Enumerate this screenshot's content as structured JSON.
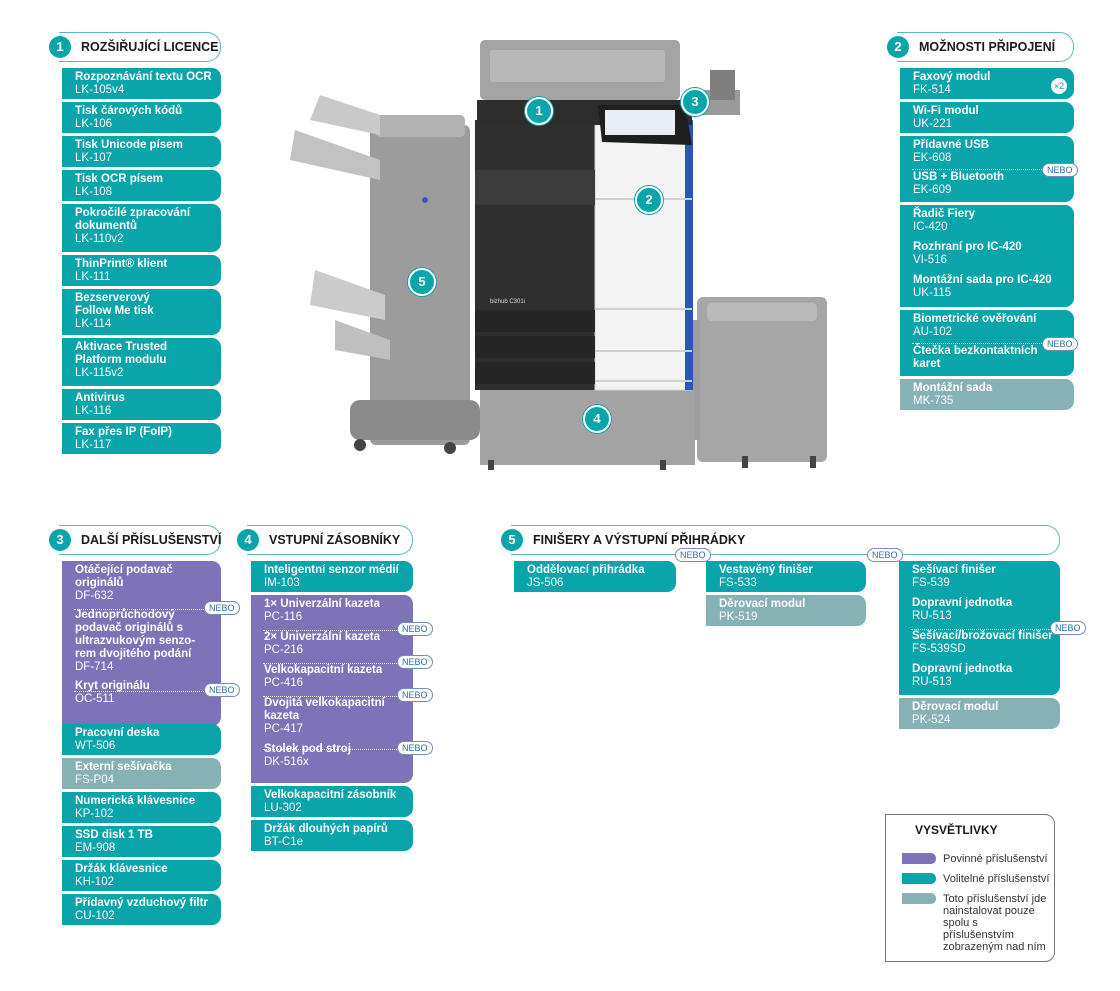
{
  "sections": {
    "s1": {
      "num": "1",
      "title": "ROZŠIŘUJÍCÍ LICENCE"
    },
    "s2": {
      "num": "2",
      "title": "MOŽNOSTI PŘIPOJENÍ"
    },
    "s3": {
      "num": "3",
      "title": "DALŠÍ PŘÍSLUŠENSTVÍ"
    },
    "s4": {
      "num": "4",
      "title": "VSTUPNÍ ZÁSOBNÍKY"
    },
    "s5": {
      "num": "5",
      "title": "FINIŠERY A VÝSTUPNÍ PŘIHRÁDKY"
    }
  },
  "licence": [
    {
      "name": "Rozpoznávání textu OCR",
      "code": "LK-105v4"
    },
    {
      "name": "Tisk čárových kódů",
      "code": "LK-106"
    },
    {
      "name": "Tisk Unicode písem",
      "code": "LK-107"
    },
    {
      "name": "Tisk OCR písem",
      "code": "LK-108"
    },
    {
      "name": "Pokročilé zpracování dokumentů",
      "code": "LK-110v2"
    },
    {
      "name": "ThinPrint® klient",
      "code": "LK-111"
    },
    {
      "name": "Bezserverový Follow Me tisk",
      "code": "LK-114"
    },
    {
      "name": "Aktivace Trusted Platform modulu",
      "code": "LK-115v2"
    },
    {
      "name": "Antivirus",
      "code": "LK-116"
    },
    {
      "name": "Fax přes IP (FoIP)",
      "code": "LK-117"
    }
  ],
  "connect": [
    {
      "name": "Faxový modul",
      "code": "FK-514"
    },
    {
      "name": "Wi-Fi modul",
      "code": "UK-221"
    },
    {
      "name": "Přídavné USB",
      "code": "EK-608"
    },
    {
      "name": "USB + Bluetooth",
      "code": "EK-609"
    },
    {
      "name": "Řadič Fiery",
      "code": "IC-420"
    },
    {
      "name": "Rozhraní pro IC-420",
      "code": "VI-516"
    },
    {
      "name": "Montážní sada pro IC-420",
      "code": "UK-115"
    },
    {
      "name": "Biometrické ověřování",
      "code": "AU-102"
    },
    {
      "name": "Čtečka bezkontaktních karet",
      "code": ""
    },
    {
      "name": "Montážní sada",
      "code": "MK-735"
    }
  ],
  "other": [
    {
      "name": "Otáčející podavač originálů",
      "code": "DF-632"
    },
    {
      "name": "Jednoprůchodový podavač originálů s ultrazvukovým senzo-rem dvojitého podání",
      "code": "DF-714"
    },
    {
      "name": "Kryt originálu",
      "code": "OC-511"
    },
    {
      "name": "Pracovní deska",
      "code": "WT-506"
    },
    {
      "name": "Externí sešívačka",
      "code": "FS-P04"
    },
    {
      "name": "Numerická klávesnice",
      "code": "KP-102"
    },
    {
      "name": "SSD disk 1 TB",
      "code": "EM-908"
    },
    {
      "name": "Držák klávesnice",
      "code": "KH-102"
    },
    {
      "name": "Přídavný vzduchový filtr",
      "code": "CU-102"
    }
  ],
  "input": [
    {
      "name": "Inteligentní senzor médií",
      "code": "IM-103"
    },
    {
      "name": "1× Univerzální kazeta",
      "code": "PC-116"
    },
    {
      "name": "2× Univerzální kazeta",
      "code": "PC-216"
    },
    {
      "name": "Velkokapacitní kazeta",
      "code": "PC-416"
    },
    {
      "name": "Dvojitá velkokapacitní kazeta",
      "code": "PC-417"
    },
    {
      "name": "Stolek pod stroj",
      "code": "DK-516x"
    },
    {
      "name": "Velkokapacitní zásobník",
      "code": "LU-302"
    },
    {
      "name": "Držák dlouhých papírů",
      "code": "BT-C1e"
    }
  ],
  "finisher": [
    {
      "name": "Oddělovací přihrádka",
      "code": "JS-506"
    },
    {
      "name": "Vestavěný finišer",
      "code": "FS-533"
    },
    {
      "name": "Děrovací modul",
      "code": "PK-519"
    },
    {
      "name": "Sešívací finišer",
      "code": "FS-539"
    },
    {
      "name": "Dopravní jednotka",
      "code": "RU-513"
    },
    {
      "name": "Sešívací/brožovací finišer",
      "code": "FS-539SD"
    },
    {
      "name": "Dopravní jednotka",
      "code": "RU-513"
    },
    {
      "name": "Děrovací modul",
      "code": "PK-524"
    }
  ],
  "badges": {
    "nebo": "NEBO",
    "x2": "×2"
  },
  "printer": {
    "brand_label": "bizhub C301i",
    "markers": [
      "1",
      "2",
      "3",
      "4",
      "5"
    ]
  },
  "legend": {
    "title": "VYSVĚTLIVKY",
    "items": [
      {
        "label": "Povinné příslušenství",
        "color": "#7e73b8"
      },
      {
        "label": "Volitelné příslušenství",
        "color": "#0aa4ab"
      },
      {
        "label": "Toto příslušenství jde nainstalovat pouze spolu s příslušenstvím zobrazeným nad ním",
        "color": "#86b2b6"
      }
    ]
  },
  "colors": {
    "teal": "#0aa4ab",
    "purple": "#7e73b8",
    "grey": "#86b2b6"
  }
}
